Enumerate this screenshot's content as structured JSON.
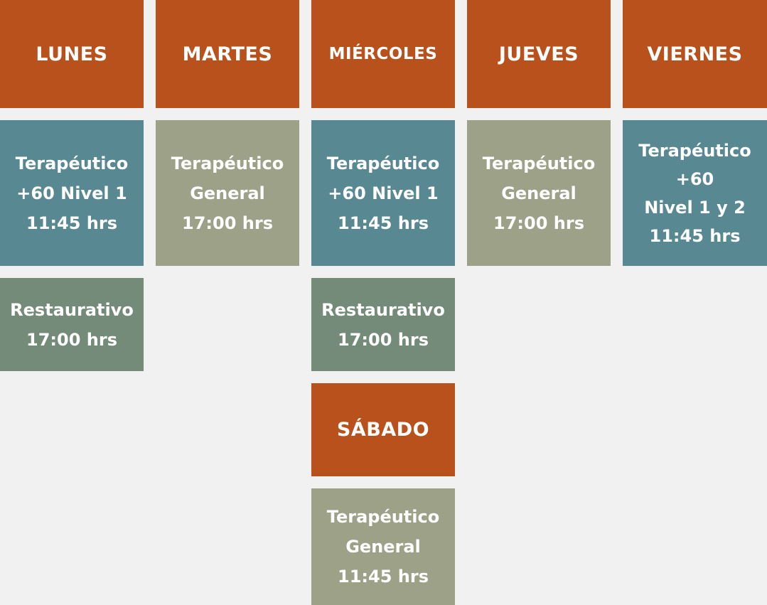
{
  "days": {
    "lunes": "LUNES",
    "martes": "MARTES",
    "miercoles": "MIÉRCOLES",
    "jueves": "JUEVES",
    "viernes": "VIERNES",
    "sabado": "SÁBADO"
  },
  "classes": {
    "lunes_main": [
      "Terapéutico",
      "+60 Nivel 1",
      "11:45 hrs"
    ],
    "lunes_rest": [
      "Restaurativo",
      "17:00 hrs"
    ],
    "martes_main": [
      "Terapéutico",
      "General",
      "17:00 hrs"
    ],
    "miercoles_main": [
      "Terapéutico",
      "+60 Nivel 1",
      "11:45 hrs"
    ],
    "miercoles_rest": [
      "Restaurativo",
      "17:00 hrs"
    ],
    "jueves_main": [
      "Terapéutico",
      "General",
      "17:00 hrs"
    ],
    "viernes_main": [
      "Terapéutico",
      "+60",
      "Nivel 1 y 2",
      "11:45 hrs"
    ],
    "sabado_main": [
      "Terapéutico",
      "General",
      "11:45 hrs"
    ]
  },
  "colors": {
    "day_header": "#b8511b",
    "terapeutico_60": "#588892",
    "terapeutico_general": "#9ca187",
    "restaurativo": "#738b78",
    "background": "#f1f1f1",
    "text": "#ffffff"
  }
}
